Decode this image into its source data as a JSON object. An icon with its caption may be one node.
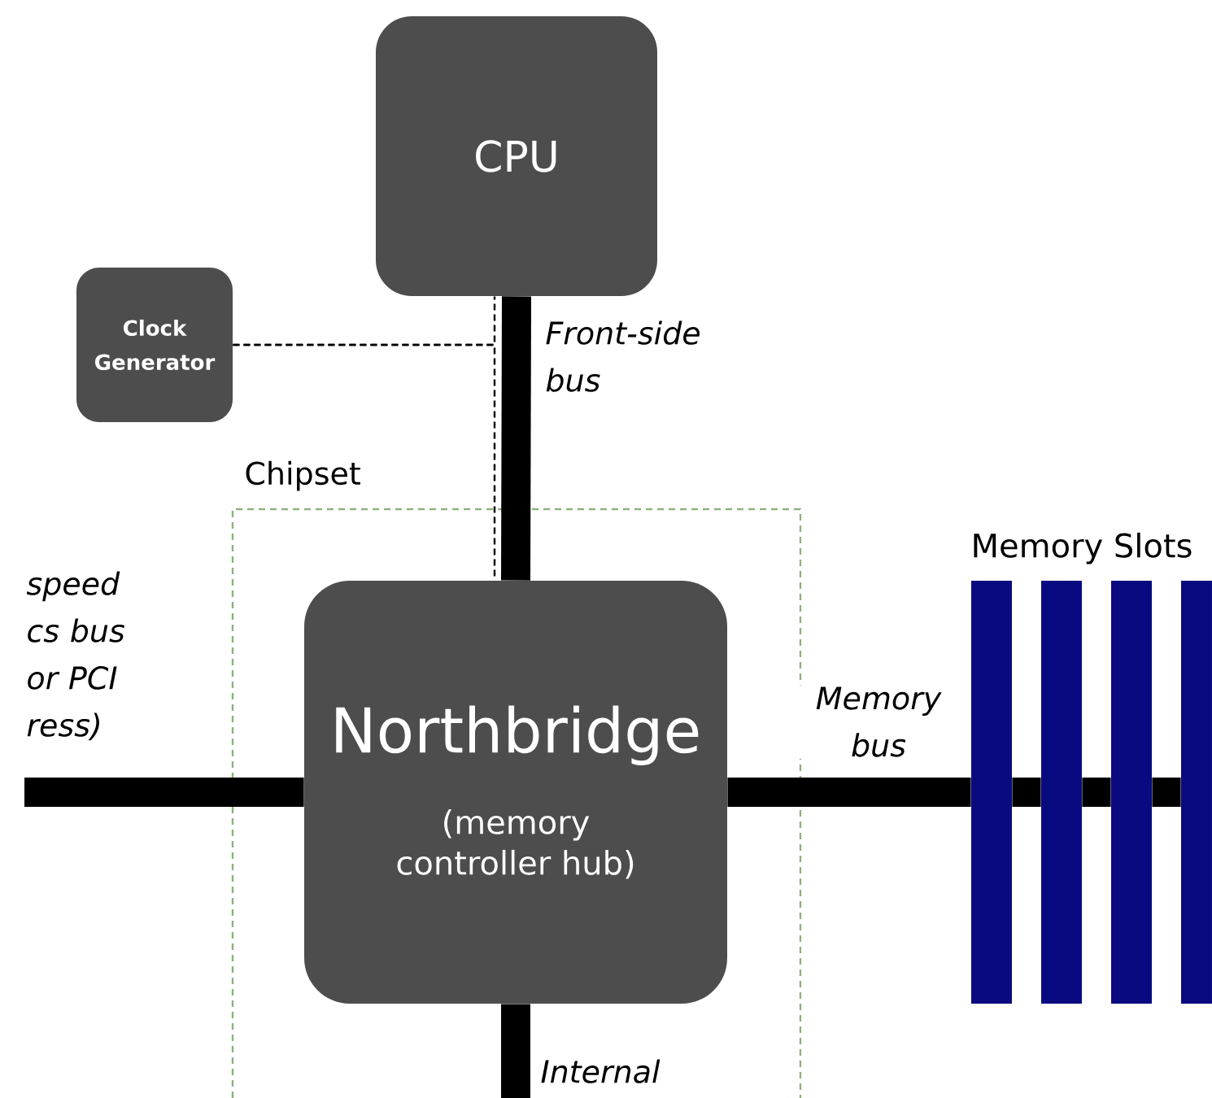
{
  "diagram": {
    "nodes": [
      {
        "text": [
          "CPU"
        ]
      },
      {
        "text": [
          "Clock Generator"
        ]
      },
      {
        "text": [
          "Chipset"
        ]
      },
      {
        "text": [
          "Northbridge",
          "(memory controller hub)"
        ],
        "in": 2
      },
      {
        "text": [],
        "shape": "bar"
      },
      {
        "text": [],
        "shape": "bar"
      },
      {
        "text": [],
        "shape": "bar"
      },
      {
        "text": [],
        "shape": "bar"
      }
    ],
    "edges": [
      {
        "from": 0,
        "to": 3,
        "arrow": "none",
        "label": "Front-side bus"
      },
      {
        "from": 1,
        "to": 0,
        "arrow": "none",
        "style": "dashed"
      },
      {
        "from": 1,
        "to": 3,
        "arrow": "none",
        "style": "dashed"
      },
      {
        "from": null,
        "to": 3,
        "arrow": "none",
        "label": "speed cs bus or PCI ress)"
      },
      {
        "from": 3,
        "to": 4,
        "arrow": "none",
        "label": "Memory bus"
      },
      {
        "from": 4,
        "to": 5,
        "arrow": "none"
      },
      {
        "from": 5,
        "to": 6,
        "arrow": "none"
      },
      {
        "from": 6,
        "to": 7,
        "arrow": "none"
      },
      {
        "from": 3,
        "to": null,
        "arrow": "none",
        "label": "Internal"
      }
    ],
    "labels": [
      "Memory Slots"
    ]
  }
}
